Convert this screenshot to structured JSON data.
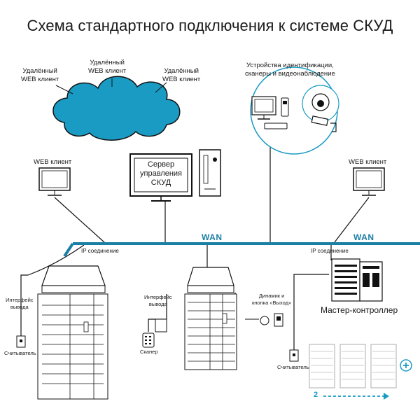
{
  "title": "Схема стандартного подключения к системе СКУД",
  "remote_clients": [
    {
      "line1": "Удалённый",
      "line2": "WEB клиент"
    },
    {
      "line1": "Удалённый",
      "line2": "WEB клиент"
    },
    {
      "line1": "Удалённый",
      "line2": "WEB клиент"
    }
  ],
  "devices_label": {
    "line1": "Устройства идентификации,",
    "line2": "сканеры и видеонаблюдение"
  },
  "server_screen": {
    "line1": "Сервер",
    "line2": "управления",
    "line3": "СКУД"
  },
  "web_client_left": "WEB клиент",
  "web_client_right": "WEB клиент",
  "wan_labels": [
    "WAN",
    "WAN"
  ],
  "ip_labels": [
    "IP соединение",
    "IP соединение"
  ],
  "interface_left": {
    "line1": "Интерфейс",
    "line2": "вывода"
  },
  "interface_mid": {
    "line1": "Интерфейс",
    "line2": "вывода"
  },
  "reader_left": "Считыватель",
  "scanner": "Сканер",
  "speaker": {
    "line1": "Динамик и",
    "line2": "кнопка «Выход»"
  },
  "master_controller": "Мастер-контроллер",
  "reader_right": "Считыватель",
  "count_label": "2",
  "colors": {
    "wan_line": "#1b7fa6",
    "accent": "#1a9bc4",
    "line": "#111111"
  }
}
